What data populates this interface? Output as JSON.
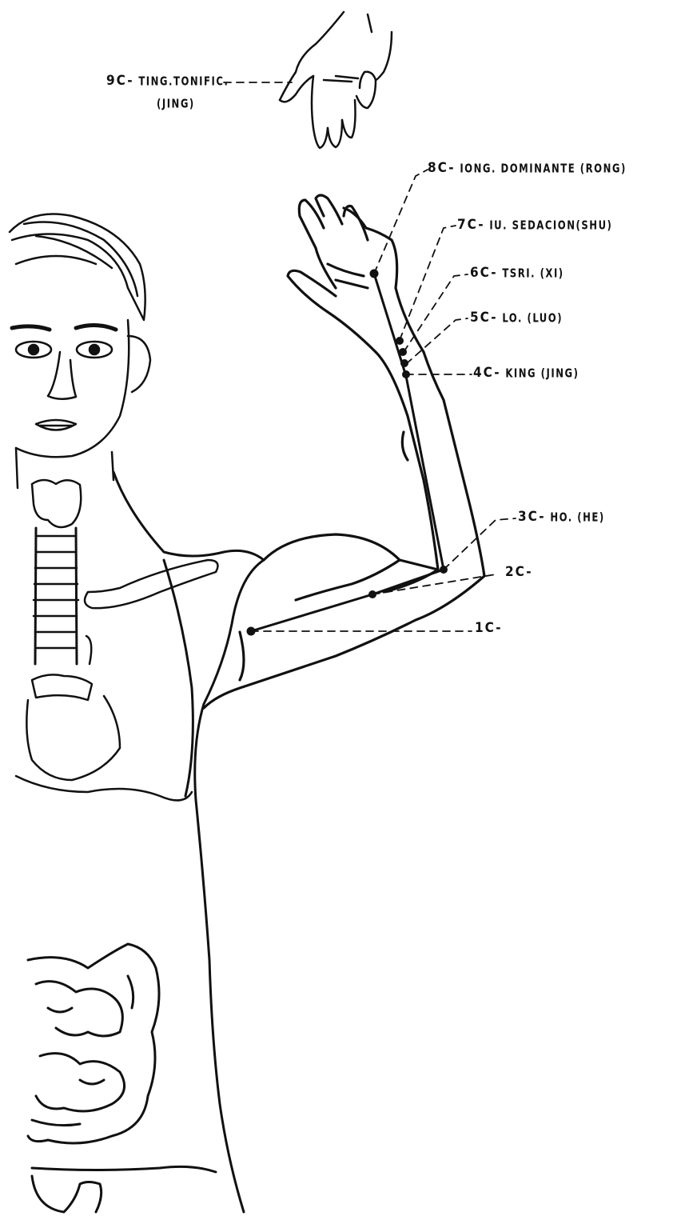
{
  "points": [
    {
      "id": "9C",
      "code": "9C-",
      "text": "TING.TONIFIC.",
      "sub": "(JING)"
    },
    {
      "id": "8C",
      "code": "8C-",
      "text": "IONG. DOMINANTE (RONG)"
    },
    {
      "id": "7C",
      "code": "7C-",
      "text": "IU. SEDACION(SHU)"
    },
    {
      "id": "6C",
      "code": "6C-",
      "text": "TSRI. (XI)"
    },
    {
      "id": "5C",
      "code": "5C-",
      "text": "LO. (LUO)"
    },
    {
      "id": "4C",
      "code": "4C-",
      "text": "KING (JING)"
    },
    {
      "id": "3C",
      "code": "3C-",
      "text": "HO. (HE)"
    },
    {
      "id": "2C",
      "code": "2C-",
      "text": ""
    },
    {
      "id": "1C",
      "code": "1C-",
      "text": ""
    }
  ],
  "colors": {
    "ink": "#111111",
    "background": "#ffffff"
  }
}
